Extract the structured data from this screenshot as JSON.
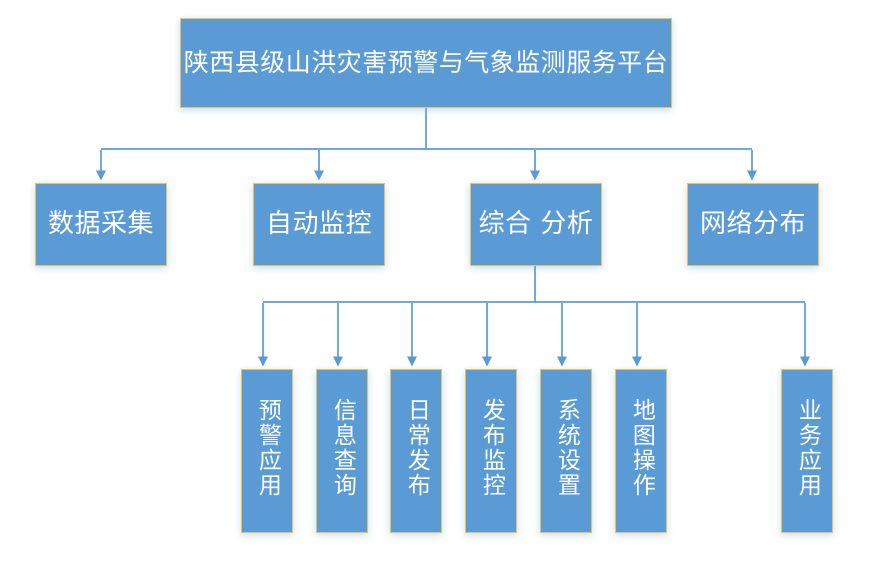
{
  "diagram": {
    "type": "hierarchy-org-chart",
    "title": "陕西县级山洪灾害预警与气象监测服务平台",
    "colors": {
      "node_fill": "#5b9bd5",
      "node_border": "#e8c55c",
      "node_text": "#ffffff",
      "connector": "#5b9bd5",
      "background": "#ffffff"
    },
    "root": {
      "label": "陕西县级山洪灾害预警与气象监测服务平台"
    },
    "level2": [
      {
        "label": "数据采集"
      },
      {
        "label": "自动监控"
      },
      {
        "label": "综合 分析"
      },
      {
        "label": "网络分布"
      }
    ],
    "level3": [
      {
        "label": "预警应用"
      },
      {
        "label": "信息查询"
      },
      {
        "label": "日常发布"
      },
      {
        "label": "发布监控"
      },
      {
        "label": "系统设置"
      },
      {
        "label": "地图操作"
      },
      {
        "label": "业务应用"
      }
    ],
    "edges": {
      "root_to_level2_parent": "陕西县级山洪灾害预警与气象监测服务平台",
      "level3_parent": "综合 分析"
    }
  }
}
